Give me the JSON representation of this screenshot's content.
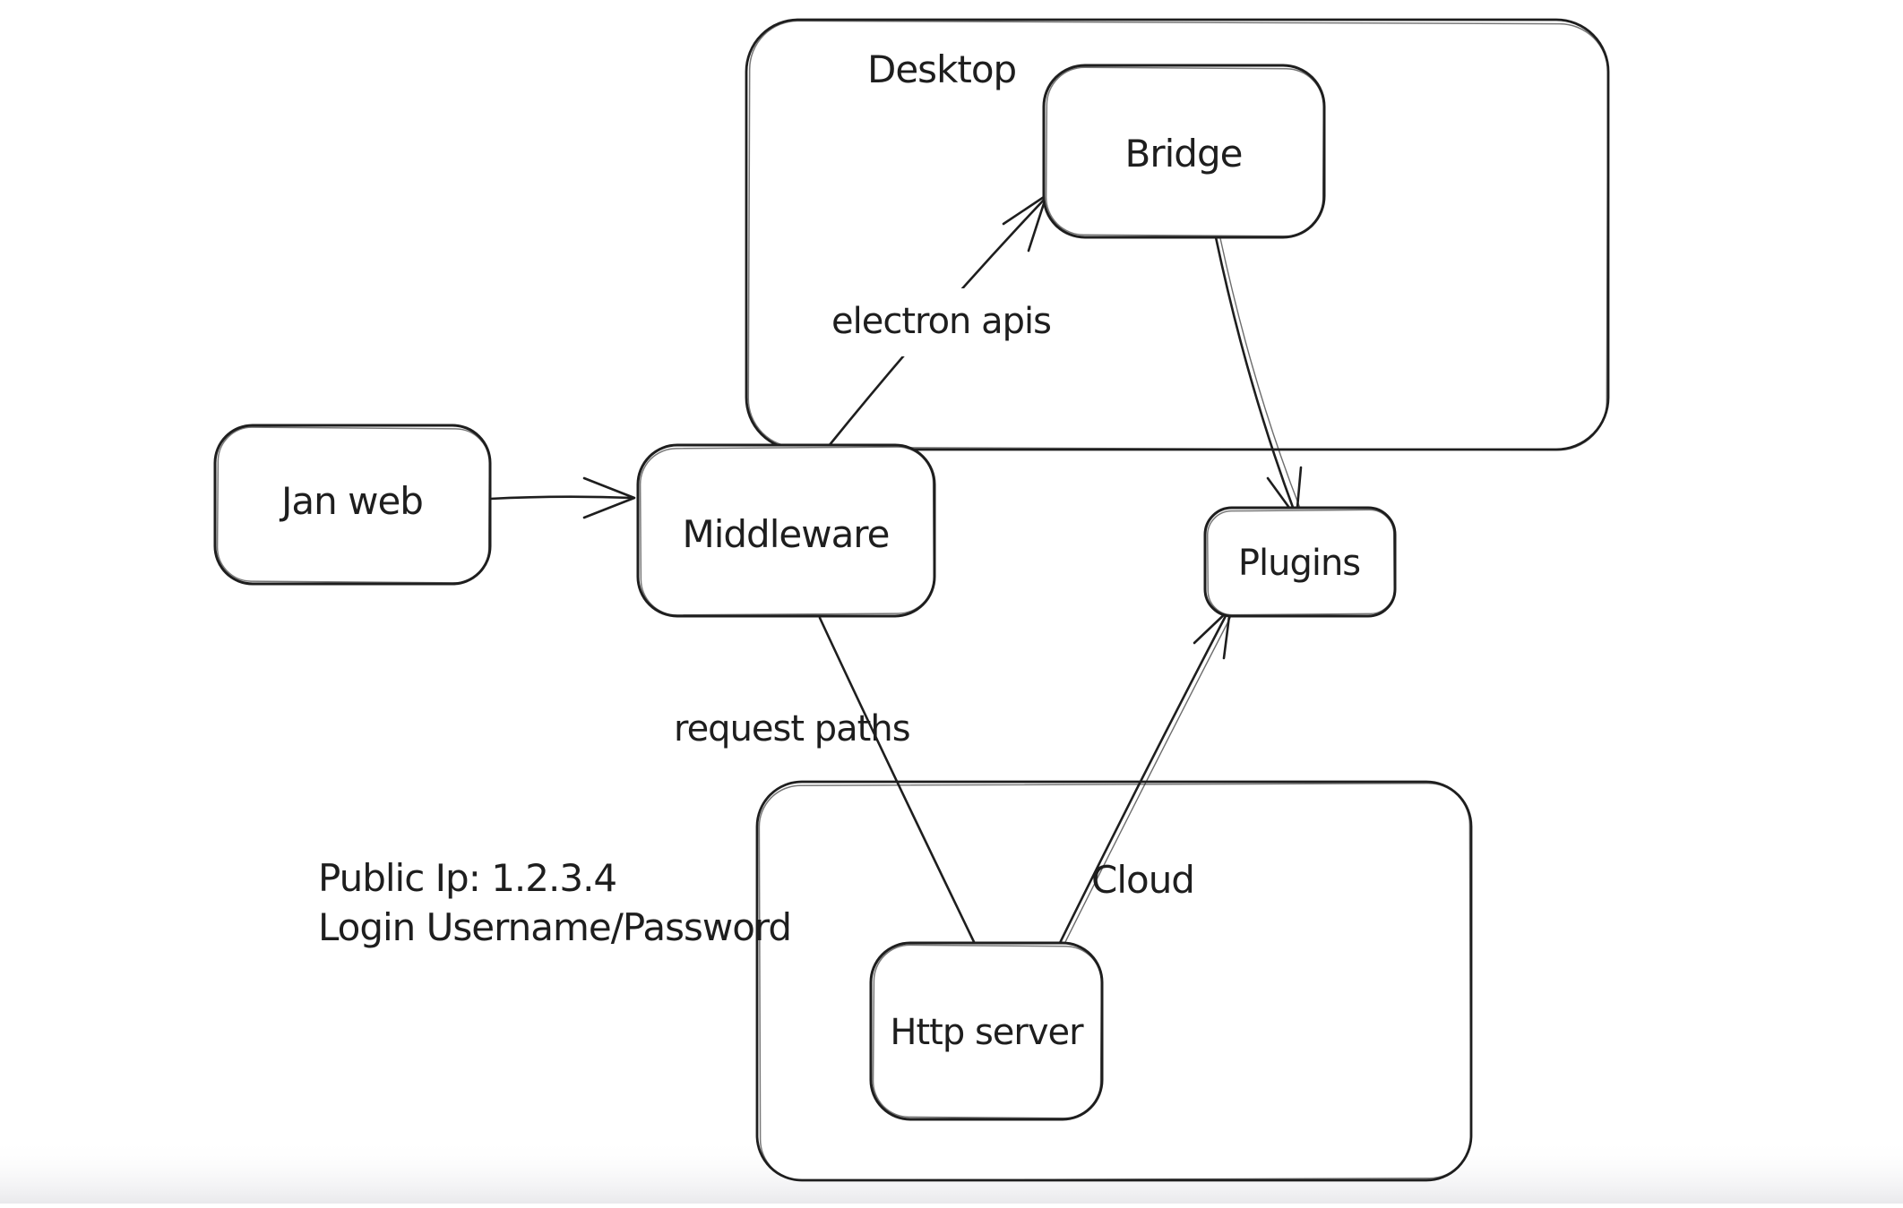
{
  "canvas": {
    "background": "#ffffff",
    "stroke_color": "#1e1e1e"
  },
  "containers": [
    {
      "id": "desktop",
      "label": "Desktop"
    },
    {
      "id": "cloud",
      "label": "Cloud"
    }
  ],
  "nodes": [
    {
      "id": "jan-web",
      "label": "Jan web"
    },
    {
      "id": "middleware",
      "label": "Middleware"
    },
    {
      "id": "bridge",
      "label": "Bridge"
    },
    {
      "id": "plugins",
      "label": "Plugins"
    },
    {
      "id": "http-server",
      "label": "Http server"
    }
  ],
  "edges": [
    {
      "id": "jan-web-to-middleware",
      "from": "Jan web",
      "to": "Middleware",
      "label": "",
      "arrowhead": true
    },
    {
      "id": "middleware-to-bridge",
      "from": "Middleware",
      "to": "Bridge",
      "label": "electron apis",
      "arrowhead": true
    },
    {
      "id": "bridge-to-plugins",
      "from": "Bridge",
      "to": "Plugins",
      "label": "",
      "arrowhead": true
    },
    {
      "id": "middleware-to-http-server",
      "from": "Middleware",
      "to": "Http server",
      "label": "request paths",
      "arrowhead": false
    },
    {
      "id": "http-server-to-plugins",
      "from": "Http server",
      "to": "Plugins",
      "label": "",
      "arrowhead": true
    }
  ],
  "annotations": [
    {
      "id": "public-ip",
      "text": "Public Ip: 1.2.3.4"
    },
    {
      "id": "login",
      "text": "Login Username/Password"
    }
  ]
}
